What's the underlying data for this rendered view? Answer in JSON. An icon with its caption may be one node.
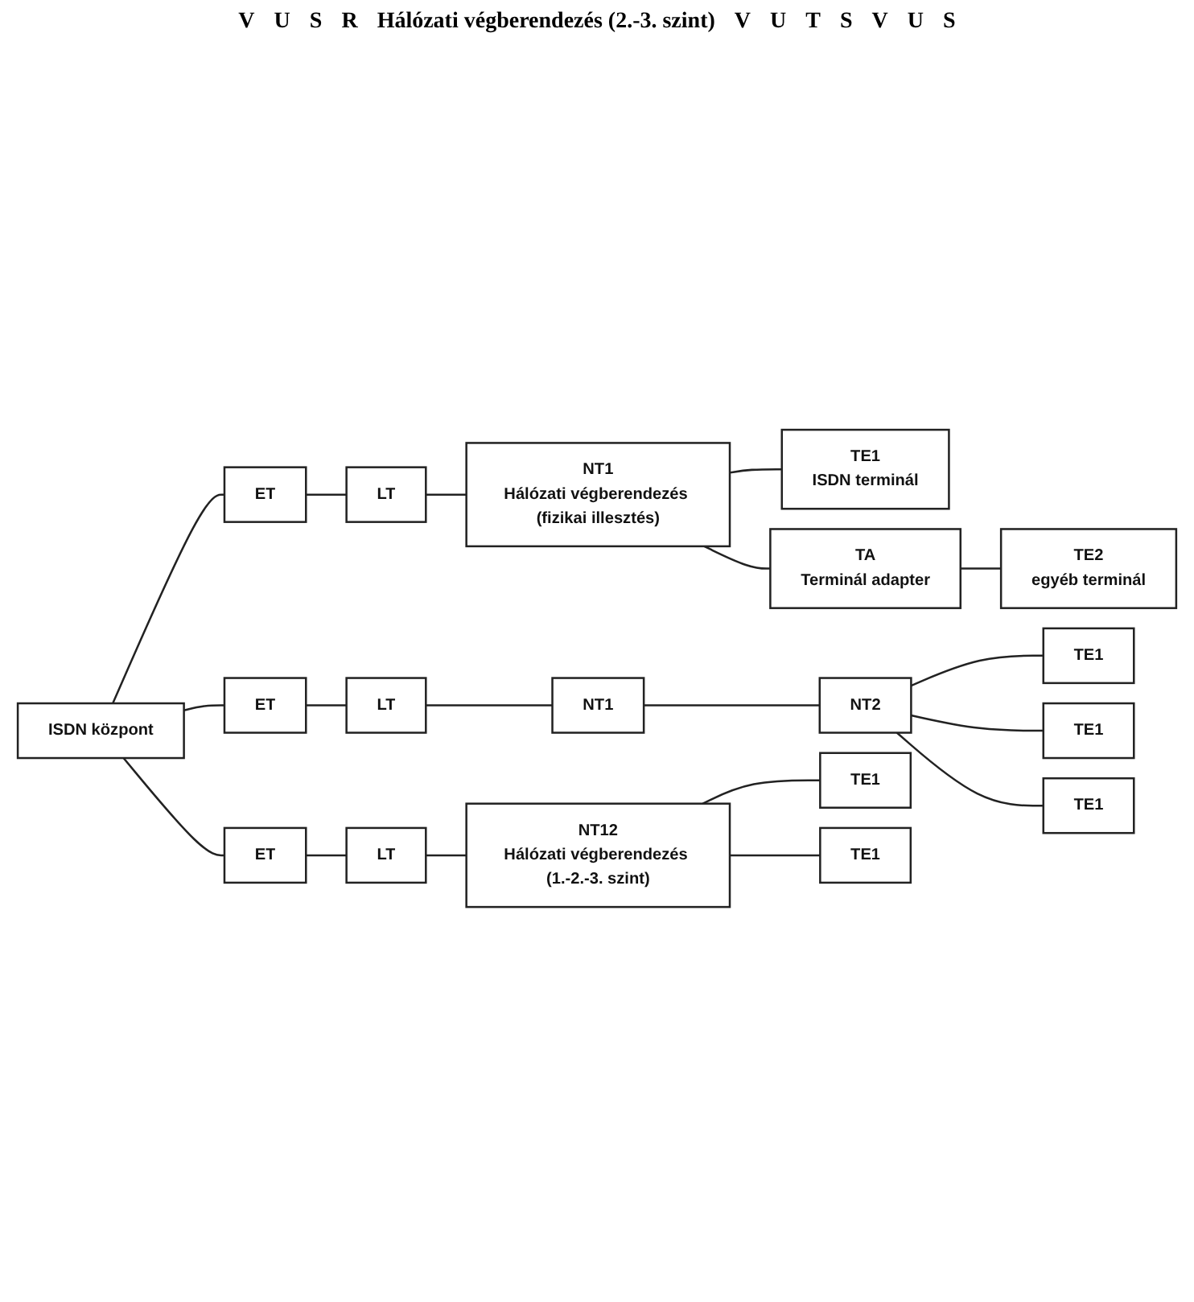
{
  "diagram": {
    "nodes": [
      {
        "text": [
          "ISDN központ"
        ]
      },
      {
        "text": [
          "ET"
        ]
      },
      {
        "text": [
          "LT"
        ]
      },
      {
        "text": [
          "NT1",
          "Hálózati végberendezés (fizikai illesztés)"
        ]
      },
      {
        "text": [
          "TE1",
          "ISDN terminál"
        ]
      },
      {
        "text": [
          "TA",
          "Terminál adapter"
        ]
      },
      {
        "text": [
          "TE2",
          "egyéb terminál"
        ]
      },
      {
        "text": [
          "ET"
        ]
      },
      {
        "text": [
          "LT"
        ]
      },
      {
        "text": [
          "NT1"
        ]
      },
      {
        "text": [
          "NT2"
        ]
      },
      {
        "text": [
          "TE1"
        ]
      },
      {
        "text": [
          "TE1"
        ]
      },
      {
        "text": [
          "TE1"
        ]
      },
      {
        "text": [
          "ET"
        ]
      },
      {
        "text": [
          "LT"
        ]
      },
      {
        "text": [
          "NT12",
          "Hálózati végberendezés (1.-2.-3. szint)"
        ]
      },
      {
        "text": [
          "TE1"
        ]
      },
      {
        "text": [
          "TE1"
        ]
      }
    ],
    "edges": [
      {
        "from": 0,
        "to": 1,
        "arrow": "none"
      },
      {
        "from": 1,
        "to": 2,
        "arrow": "none"
      },
      {
        "from": 2,
        "to": 3,
        "arrow": "none"
      },
      {
        "from": 3,
        "to": 4,
        "arrow": "none"
      },
      {
        "from": 3,
        "to": 5,
        "arrow": "none"
      },
      {
        "from": 5,
        "to": 6,
        "arrow": "none"
      },
      {
        "from": 0,
        "to": 7,
        "arrow": "none"
      },
      {
        "from": 7,
        "to": 8,
        "arrow": "none"
      },
      {
        "from": 8,
        "to": 9,
        "arrow": "none"
      },
      {
        "from": 9,
        "to": 10,
        "arrow": "none"
      },
      {
        "from": 10,
        "to": 11,
        "arrow": "none"
      },
      {
        "from": 10,
        "to": 12,
        "arrow": "none"
      },
      {
        "from": 10,
        "to": 13,
        "arrow": "none"
      },
      {
        "from": 0,
        "to": 14,
        "arrow": "none"
      },
      {
        "from": 14,
        "to": 15,
        "arrow": "none"
      },
      {
        "from": 15,
        "to": 16,
        "arrow": "none"
      },
      {
        "from": 16,
        "to": 17,
        "arrow": "none"
      },
      {
        "from": 16,
        "to": 18,
        "arrow": "none"
      }
    ],
    "labels": [
      "V",
      "U",
      "S",
      "R",
      "Hálózati végberendezés (2.-3. szint)",
      "V",
      "U",
      "T",
      "S",
      "V",
      "U",
      "S"
    ]
  }
}
